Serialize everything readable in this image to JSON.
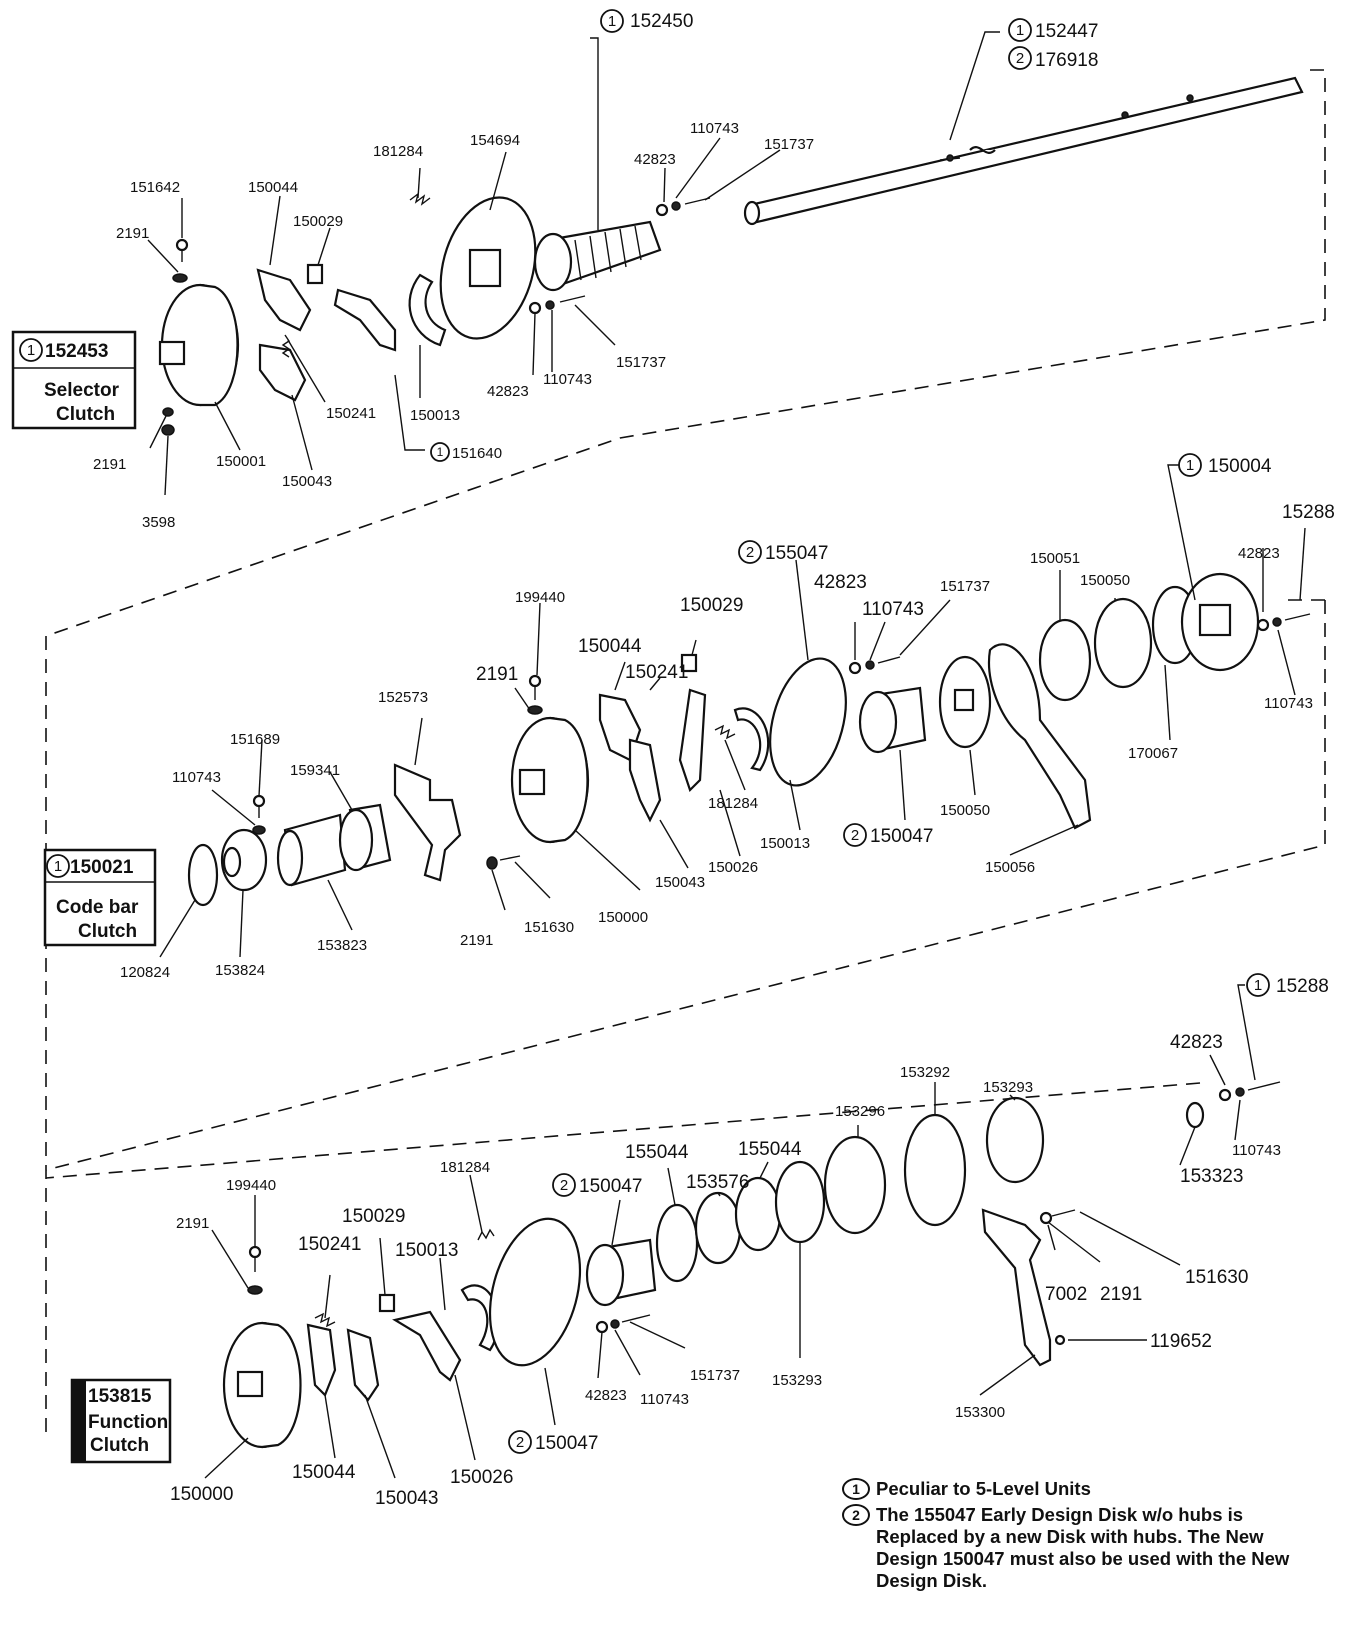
{
  "groups": {
    "selector": {
      "box_part": "152453",
      "box_mark": "1",
      "box_line1": "Selector",
      "box_line2": "Clutch",
      "labels": {
        "p152450": "152450",
        "p152447": "152447",
        "p176918": "176918",
        "p181284": "181284",
        "p154694": "154694",
        "p110743a": "110743",
        "p151737a": "151737",
        "p42823a": "42823",
        "p151642": "151642",
        "p150044": "150044",
        "p2191a": "2191",
        "p150029": "150029",
        "p150001": "150001",
        "p150241": "150241",
        "p150013": "150013",
        "p42823b": "42823",
        "p110743b": "110743",
        "p151737b": "151737",
        "p2191b": "2191",
        "p150043": "150043",
        "p151640": "151640",
        "p3598": "3598"
      }
    },
    "codebar": {
      "box_part": "150021",
      "box_mark": "1",
      "box_line1": "Code bar",
      "box_line2": "Clutch",
      "labels": {
        "p150004": "150004",
        "p15288a": "15288",
        "p155047": "155047",
        "p42823c": "42823",
        "p110743c": "110743",
        "p151737c": "151737",
        "p150051": "150051",
        "p150050a": "150050",
        "p42823d": "42823",
        "p110743d": "110743",
        "p199440": "199440",
        "p150029": "150029",
        "p150044": "150044",
        "p150241": "150241",
        "p2191": "2191",
        "p152573": "152573",
        "p151689": "151689",
        "p110743e": "110743",
        "p159341": "159341",
        "p181284": "181284",
        "p150013": "150013",
        "p150047": "150047",
        "p150050b": "150050",
        "p170067": "170067",
        "p150026": "150026",
        "p150043": "150043",
        "p150056": "150056",
        "p2191b": "2191",
        "p151630": "151630",
        "p150000": "150000",
        "p153823": "153823",
        "p120824": "120824",
        "p153824": "153824"
      }
    },
    "function": {
      "box_part": "153815",
      "box_line1": "Function",
      "box_line2": "Clutch",
      "labels": {
        "p15288b": "15288",
        "p42823e": "42823",
        "p110743f": "110743",
        "p153292": "153292",
        "p153293a": "153293",
        "p153296": "153296",
        "p155044a": "155044",
        "p155044b": "155044",
        "p153576": "153576",
        "p150047a": "150047",
        "p181284": "181284",
        "p199440": "199440",
        "p150029": "150029",
        "p2191a": "2191",
        "p150241": "150241",
        "p150013": "150013",
        "p153323": "153323",
        "p151630": "151630",
        "p7002": "7002",
        "p2191b": "2191",
        "p119652": "119652",
        "p151737": "151737",
        "p42823f": "42823",
        "p110743g": "110743",
        "p153293b": "153293",
        "p153300": "153300",
        "p150047b": "150047",
        "p150044": "150044",
        "p150043": "150043",
        "p150026": "150026",
        "p150000": "150000"
      }
    }
  },
  "notes": [
    {
      "mark": "1",
      "text": "Peculiar to 5-Level Units"
    },
    {
      "mark": "2",
      "text": "The 155047 Early Design Disk w/o hubs is Replaced by a new Disk with hubs. The New Design 150047 must also be used with the New Design Disk."
    }
  ]
}
